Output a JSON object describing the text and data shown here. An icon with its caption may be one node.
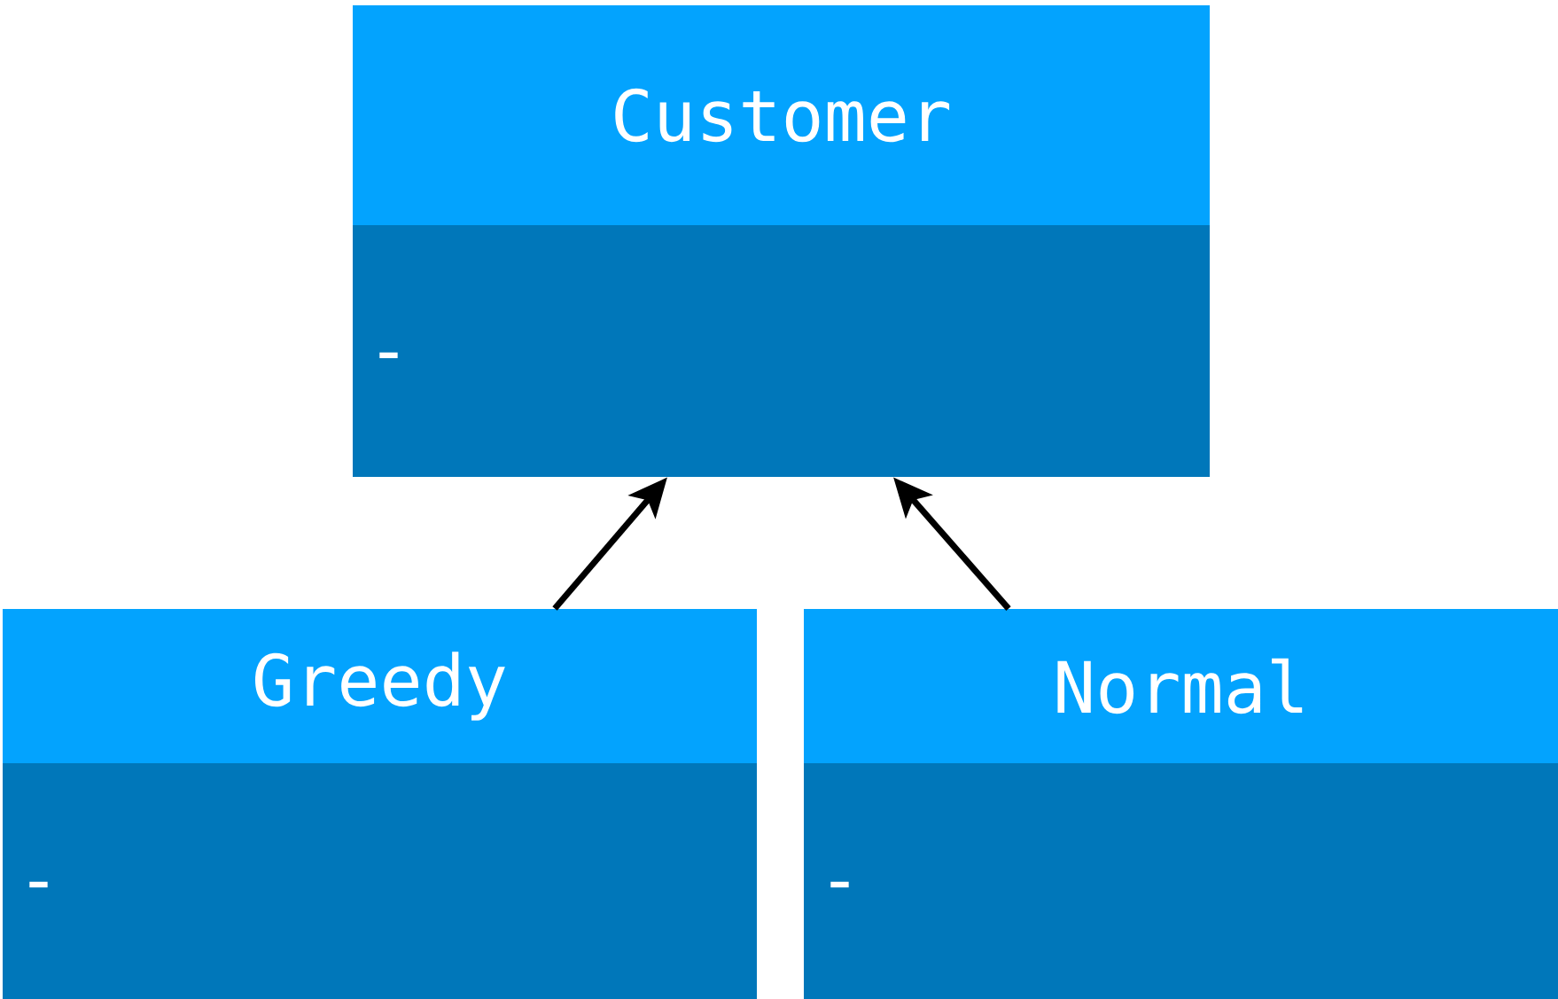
{
  "diagram": {
    "nodes": [
      {
        "text": [
          "Customer",
          "-"
        ]
      },
      {
        "text": [
          "Greedy",
          "-"
        ]
      },
      {
        "text": [
          "Normal",
          "-"
        ]
      }
    ],
    "edges": [
      {
        "from": 1,
        "to": 0,
        "arrow": "to"
      },
      {
        "from": 2,
        "to": 0,
        "arrow": "to"
      }
    ]
  }
}
